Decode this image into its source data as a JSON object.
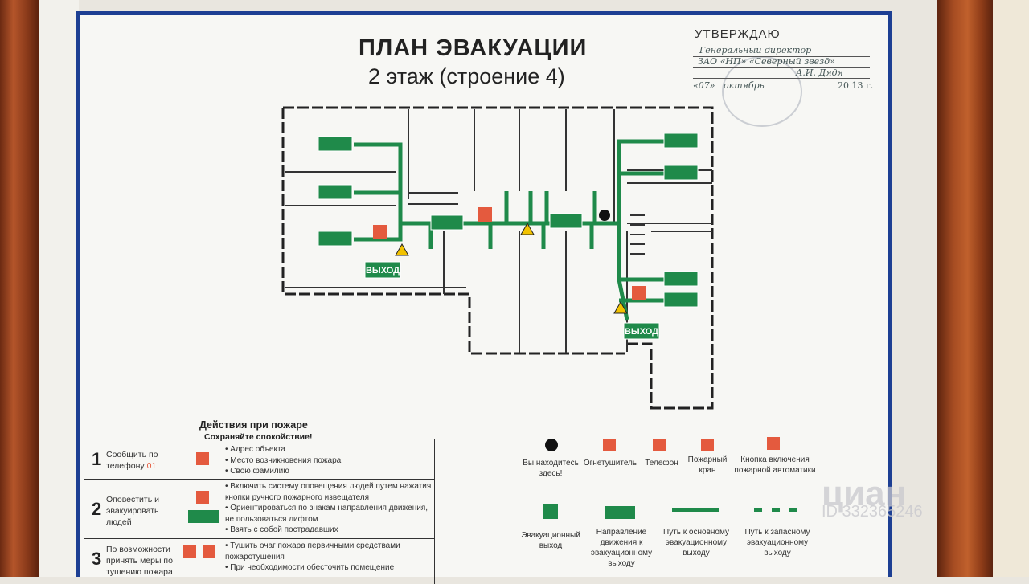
{
  "plan": {
    "title": "ПЛАН ЭВАКУАЦИИ",
    "subtitle": "2 этаж (строение 4)",
    "approval": {
      "header": "УТВЕРЖДАЮ",
      "line1": "Генеральный директор",
      "line2": "ЗАО «НП» «Северный звезд»",
      "line3": "А.И. Дядя",
      "date_prefix": "«07»",
      "date_month": "октябрь",
      "year": "20 13 г."
    },
    "exit_label": "ВЫХОД"
  },
  "actions": {
    "title": "Действия при пожаре",
    "subtitle": "Сохраняйте спокойствие!",
    "steps": [
      {
        "num": "1",
        "text_a": "Сообщить по",
        "text_b": "телефону",
        "phone": "01",
        "bullets": [
          "Адрес объекта",
          "Место возникновения пожара",
          "Свою фамилию"
        ]
      },
      {
        "num": "2",
        "text_a": "Оповестить и",
        "text_b": "эвакуировать",
        "text_c": "людей",
        "bullets": [
          "Включить систему оповещения людей путем нажатия кнопки ручного пожарного извещателя",
          "Ориентироваться по знакам направления движения, не пользоваться лифтом",
          "Взять с собой пострадавших"
        ]
      },
      {
        "num": "3",
        "text_a": "По возможности",
        "text_b": "принять меры по",
        "text_c": "тушению пожара",
        "bullets": [
          "Тушить очаг пожара первичными средствами пожаротушения",
          "При необходимости обесточить помещение"
        ]
      }
    ]
  },
  "legend": {
    "you_are_here": "Вы находитесь здесь!",
    "extinguisher": "Огнетушитель",
    "phone": "Телефон",
    "hydrant": "Пожарный кран",
    "alarm_button": "Кнопка включения пожарной автоматики",
    "exit": "Эвакуационный выход",
    "direction": "Направление движения к эвакуационному выходу",
    "main_path": "Путь к основному эвакуационному выходу",
    "reserve_path": "Путь к запасному эвакуационному выходу"
  },
  "watermark": {
    "brand": "циан",
    "id": "ID 332365246"
  },
  "colors": {
    "evac_green": "#1f8a4a",
    "fire_red": "#e45a3e",
    "frame_blue": "#1d3f93",
    "frame_wood": "#a64c22"
  }
}
